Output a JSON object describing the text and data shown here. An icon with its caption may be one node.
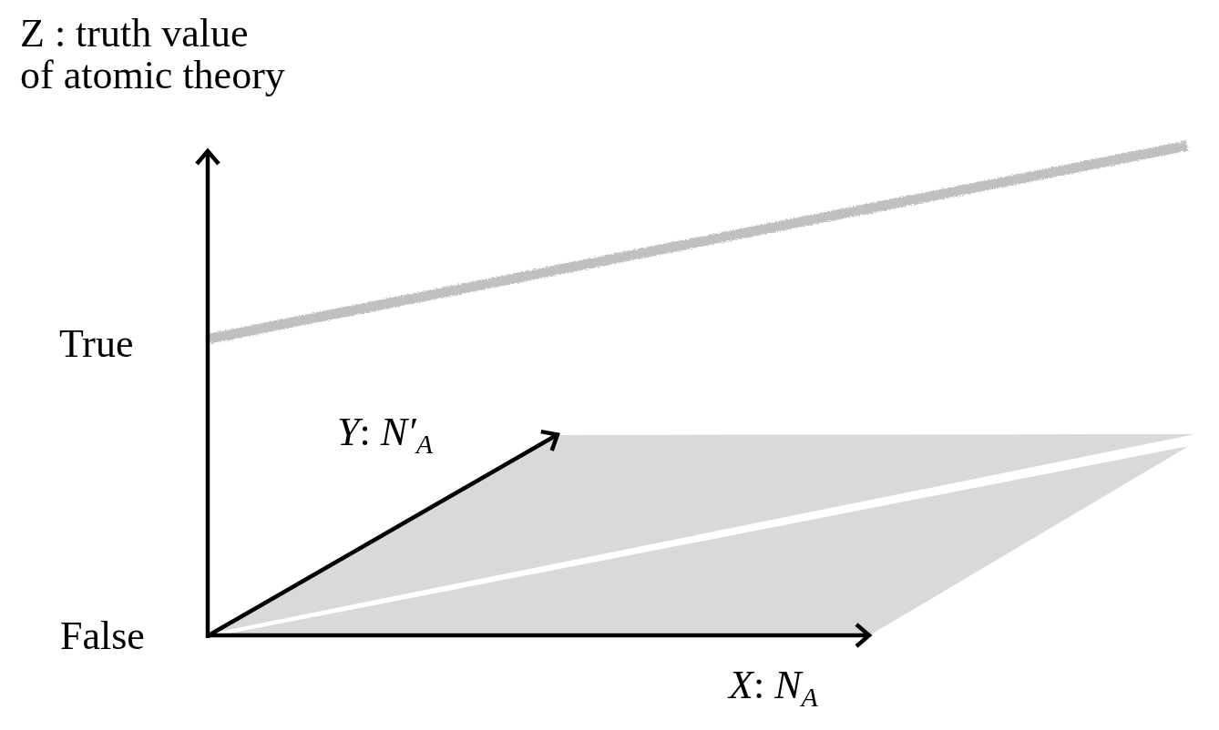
{
  "diagram": {
    "labels": [
      "Z : truth value of atomic theory",
      "True",
      "False",
      "*Y*: *N′*$_{A}$",
      "*X*: *N*$_{A}$"
    ]
  }
}
